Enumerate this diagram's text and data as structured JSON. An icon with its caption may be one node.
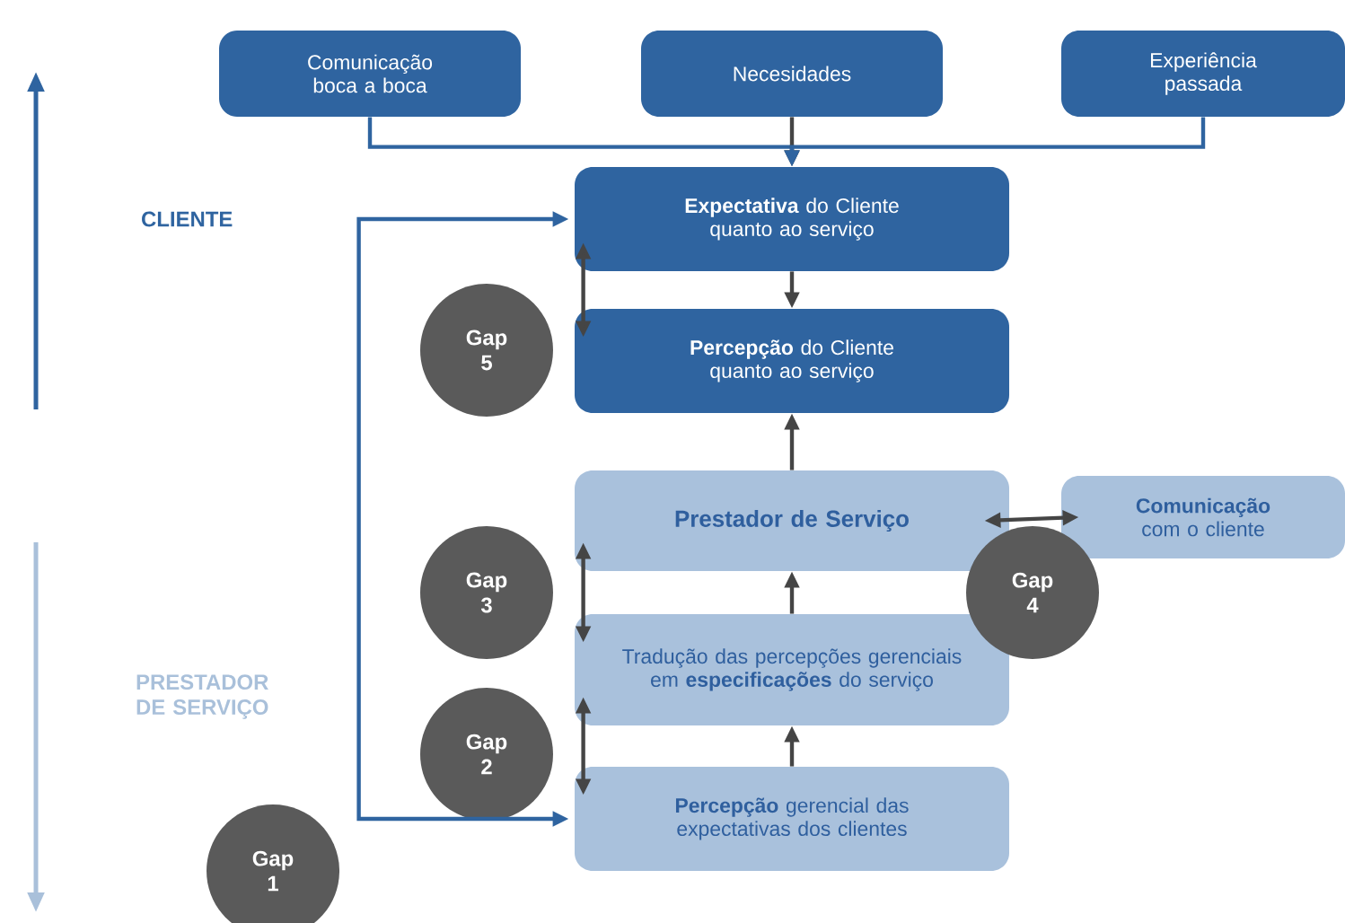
{
  "diagram": {
    "nodes": [
      {
        "text": [
          "Comunicação boca a boca"
        ]
      },
      {
        "text": [
          "Necesidades"
        ]
      },
      {
        "text": [
          "Experiência passada"
        ]
      },
      {
        "text": [
          "**Expectativa** do Cliente quanto ao serviço"
        ]
      },
      {
        "text": [
          "**Percepção** do Cliente quanto ao serviço"
        ]
      },
      {
        "text": [
          "Prestador de Serviço"
        ]
      },
      {
        "text": [
          "**Comunicação** com o cliente"
        ]
      },
      {
        "text": [
          "Tradução das percepções gerenciais em **especificações** do serviço"
        ]
      },
      {
        "text": [
          "**Percepção** gerencial das expectativas dos clientes"
        ]
      },
      {
        "text": [
          "Gap 5"
        ]
      },
      {
        "text": [
          "Gap 3"
        ]
      },
      {
        "text": [
          "Gap 4"
        ]
      },
      {
        "text": [
          "Gap 2"
        ]
      },
      {
        "text": [
          "Gap 1"
        ]
      }
    ],
    "edges": [
      {
        "from": 0,
        "to": 3,
        "arrow": "to",
        "color": "#2f64a0"
      },
      {
        "from": 1,
        "to": 3,
        "arrow": "to"
      },
      {
        "from": 2,
        "to": 3,
        "arrow": "to",
        "color": "#2f64a0"
      },
      {
        "from": 3,
        "to": 4,
        "arrow": "to"
      },
      {
        "from": 5,
        "to": 4,
        "arrow": "to"
      },
      {
        "from": 7,
        "to": 5,
        "arrow": "to"
      },
      {
        "from": 8,
        "to": 7,
        "arrow": "to"
      },
      {
        "from": 3,
        "to": 4,
        "arrow": "both"
      },
      {
        "from": 5,
        "to": 7,
        "arrow": "both"
      },
      {
        "from": 7,
        "to": 8,
        "arrow": "both"
      },
      {
        "from": 5,
        "to": 6,
        "arrow": "both"
      },
      {
        "from": 3,
        "to": 8,
        "arrow": "both",
        "color": "#2f64a0"
      }
    ],
    "labels": [
      "CLIENTE",
      "PRESTADOR DE SERVIÇO"
    ]
  }
}
